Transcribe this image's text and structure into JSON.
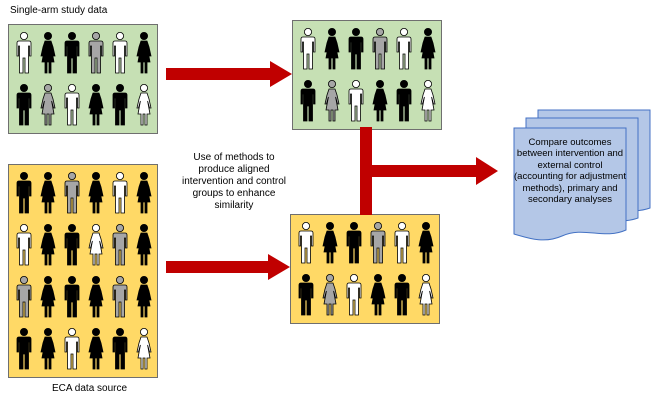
{
  "labels": {
    "single_arm": "Single-arm study data",
    "eca_source": "ECA data source",
    "methods": "Use of methods to produce aligned intervention and control groups to enhance similarity",
    "compare": "Compare outcomes between intervention and external control (accounting for adjustment methods), primary and secondary analyses"
  },
  "colors": {
    "single_arm_panel": "#c6e0b4",
    "eca_panel": "#ffd966",
    "arrow": "#c00000",
    "document": "#b4c7e7",
    "figure_black": "#000000",
    "figure_white": "#ffffff",
    "figure_grey": "#a6a6a6"
  },
  "panels": {
    "single_arm_source": {
      "rows": [
        [
          "white-male",
          "black-female",
          "black-male",
          "grey-male",
          "white-male",
          "black-female"
        ],
        [
          "black-male",
          "grey-female",
          "white-male",
          "black-female",
          "black-male",
          "white-female"
        ]
      ]
    },
    "single_arm_result": {
      "rows": [
        [
          "white-male",
          "black-female",
          "black-male",
          "grey-male",
          "white-male",
          "black-female"
        ],
        [
          "black-male",
          "grey-female",
          "white-male",
          "black-female",
          "black-male",
          "white-female"
        ]
      ]
    },
    "eca_source": {
      "rows": [
        [
          "black-male",
          "black-female",
          "grey-male",
          "black-female",
          "white-male",
          "black-female"
        ],
        [
          "white-male",
          "black-female",
          "black-male",
          "white-female",
          "grey-male",
          "black-female"
        ],
        [
          "grey-male",
          "black-female",
          "black-male",
          "black-female",
          "grey-male",
          "black-female"
        ],
        [
          "black-male",
          "black-female",
          "white-male",
          "black-female",
          "black-male",
          "white-female"
        ]
      ]
    },
    "eca_result": {
      "rows": [
        [
          "white-male",
          "black-female",
          "black-male",
          "grey-male",
          "white-male",
          "black-female"
        ],
        [
          "black-male",
          "grey-female",
          "white-male",
          "black-female",
          "black-male",
          "white-female"
        ]
      ]
    }
  }
}
